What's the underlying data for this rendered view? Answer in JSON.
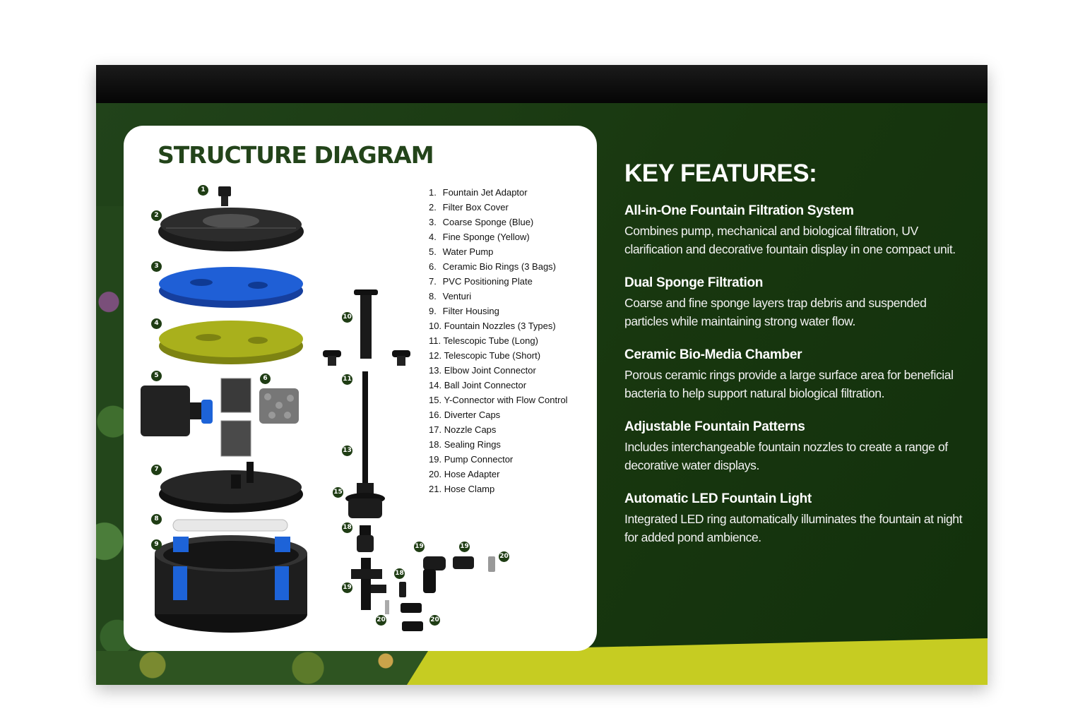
{
  "structure_title": "STRUCTURE DIAGRAM",
  "parts": [
    {
      "num": "1.",
      "label": "Fountain Jet Adaptor"
    },
    {
      "num": "2.",
      "label": "Filter Box Cover"
    },
    {
      "num": "3.",
      "label": "Coarse Sponge (Blue)"
    },
    {
      "num": "4.",
      "label": "Fine Sponge (Yellow)"
    },
    {
      "num": "5.",
      "label": "Water Pump"
    },
    {
      "num": "6.",
      "label": "Ceramic Bio Rings (3 Bags)"
    },
    {
      "num": "7.",
      "label": "PVC Positioning Plate"
    },
    {
      "num": "8.",
      "label": "Venturi"
    },
    {
      "num": "9.",
      "label": "Filter Housing"
    },
    {
      "num": "10.",
      "label": "Fountain Nozzles (3 Types)"
    },
    {
      "num": "11.",
      "label": "Telescopic Tube (Long)"
    },
    {
      "num": "12.",
      "label": "Telescopic Tube (Short)"
    },
    {
      "num": "13.",
      "label": "Elbow Joint Connector"
    },
    {
      "num": "14.",
      "label": "Ball Joint Connector"
    },
    {
      "num": "15.",
      "label": "Y-Connector with Flow Control"
    },
    {
      "num": "16.",
      "label": "Diverter Caps"
    },
    {
      "num": "17.",
      "label": "Nozzle Caps"
    },
    {
      "num": "18.",
      "label": "Sealing Rings"
    },
    {
      "num": "19.",
      "label": "Pump Connector"
    },
    {
      "num": "20.",
      "label": "Hose Adapter"
    },
    {
      "num": "21.",
      "label": "Hose Clamp"
    }
  ],
  "badges": {
    "b1": "1",
    "b2": "2",
    "b3": "3",
    "b4": "4",
    "b5": "5",
    "b6": "6",
    "b7": "7",
    "b8": "8",
    "b9": "9",
    "b10": "10",
    "b11": "11",
    "b13": "13",
    "b15": "15",
    "b18a": "18",
    "b18b": "18",
    "b19a": "19",
    "b19b": "19",
    "b19c": "19",
    "b20a": "20",
    "b20b": "20",
    "b20c": "20"
  },
  "features_title": "KEY FEATURES:",
  "features": [
    {
      "title": "All-in-One Fountain Filtration System",
      "text": "Combines pump, mechanical and biological filtration, UV clarification and decorative fountain display in one compact unit."
    },
    {
      "title": "Dual Sponge Filtration",
      "text": "Coarse and fine sponge layers trap debris and suspended particles while maintaining strong water flow."
    },
    {
      "title": "Ceramic Bio-Media Chamber",
      "text": "Porous ceramic rings provide a large surface area for beneficial bacteria to help support natural biological filtration."
    },
    {
      "title": "Adjustable Fountain Patterns",
      "text": "Includes interchangeable fountain nozzles to create a range of decorative water displays."
    },
    {
      "title": "Automatic LED Fountain Light",
      "text": "Integrated LED ring automatically illuminates the fountain at night for added pond ambience."
    }
  ],
  "colors": {
    "box_green": "#183a12",
    "accent_lime": "#c6cc22",
    "title_green": "#23441a",
    "sponge_blue": "#1f5fd6",
    "sponge_yellow": "#a9b01c"
  }
}
